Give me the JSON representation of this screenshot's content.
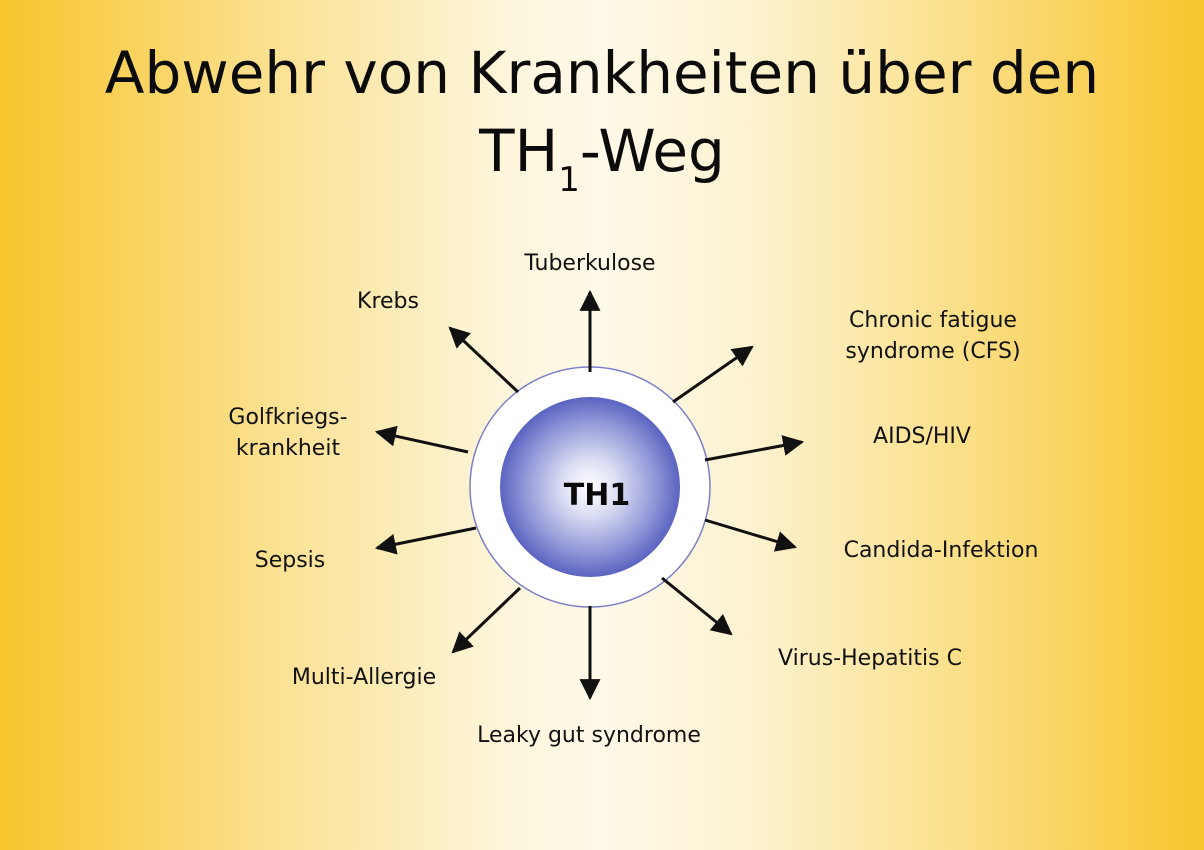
{
  "title": {
    "line1": "Abwehr von Krankheiten über den",
    "line2_main": "TH",
    "line2_sub": "1",
    "line2_end": "-Weg"
  },
  "center_label": "TH1",
  "diseases": {
    "tuberkulose": "Tuberkulose",
    "cfs_line1": "Chronic fatigue",
    "cfs_line2": "syndrome (CFS)",
    "aids": "AIDS/HIV",
    "candida": "Candida-Infektion",
    "hepatitis": "Virus-Hepatitis C",
    "leaky": "Leaky gut syndrome",
    "allergie": "Multi-Allergie",
    "sepsis": "Sepsis",
    "golf_line1": "Golfkriegs-",
    "golf_line2": "krankheit",
    "krebs": "Krebs"
  },
  "colors": {
    "cell_outer": "#ffffff",
    "cell_inner_center": "#ffffff",
    "cell_inner_edge": "#5a63c0",
    "ring_stroke": "#7a80c8",
    "arrow": "#111111"
  }
}
